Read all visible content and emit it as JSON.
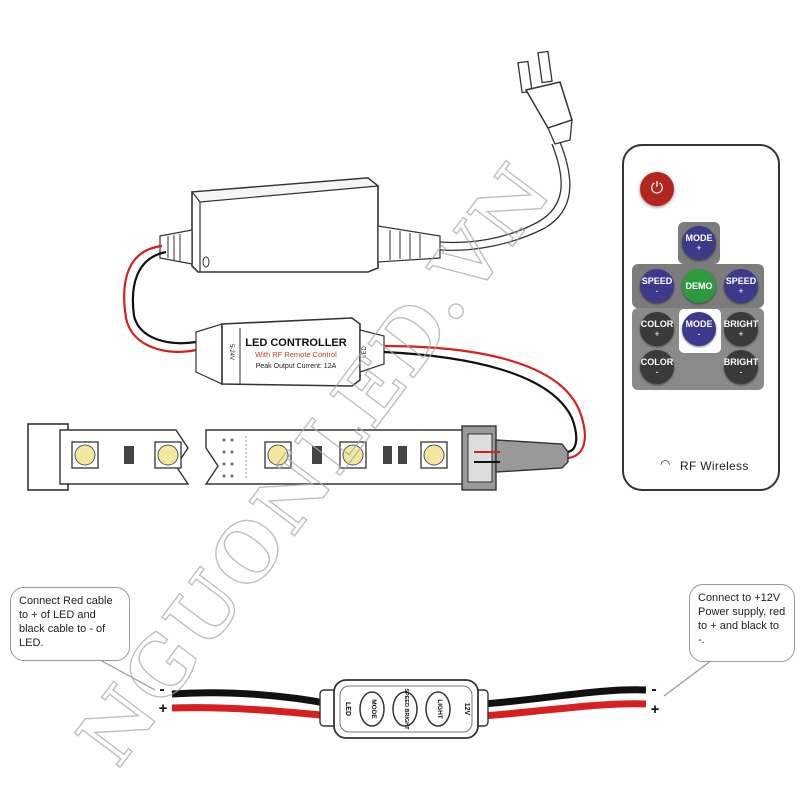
{
  "controller": {
    "title": "LED CONTROLLER",
    "subtitle": "With RF Remote Control",
    "rating": "Peak Output Current: 12A",
    "input_label": "5-24V",
    "output_label": "LED"
  },
  "remote": {
    "buttons": {
      "mode_plus": {
        "label": "MODE",
        "sign": "+"
      },
      "speed_minus": {
        "label": "SPEED",
        "sign": "-"
      },
      "demo": {
        "label": "DEMO"
      },
      "speed_plus": {
        "label": "SPEED",
        "sign": "+"
      },
      "color_plus": {
        "label": "COLOR",
        "sign": "+"
      },
      "mode_minus": {
        "label": "MODE",
        "sign": "-"
      },
      "bright_plus": {
        "label": "BRIGHT",
        "sign": "+"
      },
      "color_minus": {
        "label": "COLOR",
        "sign": "-"
      },
      "bright_minus": {
        "label": "BRIGHT",
        "sign": "-"
      }
    },
    "footer": "RF Wireless",
    "wireless_icon": "wireless-signal-icon",
    "power_icon": "power-icon"
  },
  "mini_controller": {
    "led_label": "LED",
    "mode_label": "MODE",
    "speed_bright_label": "SPEED BRIGHT",
    "light_label": "LIGHT",
    "input_label": "12V"
  },
  "callouts": {
    "left": "Connect Red cable to + of LED and black cable to - of LED.",
    "right": "Connect to +12V Power supply, red to + and black to -."
  },
  "polarity": {
    "minus": "-",
    "plus": "+"
  },
  "watermark": "NGUONLED.VN",
  "colors": {
    "wire_red": "#d62020",
    "wire_black": "#111111",
    "remote_purple": "#3d3a8c",
    "remote_green": "#2f9a3d",
    "remote_dark": "#3a3a3a",
    "power_red": "#b3261e",
    "led_yellow": "#f3e7a0"
  }
}
